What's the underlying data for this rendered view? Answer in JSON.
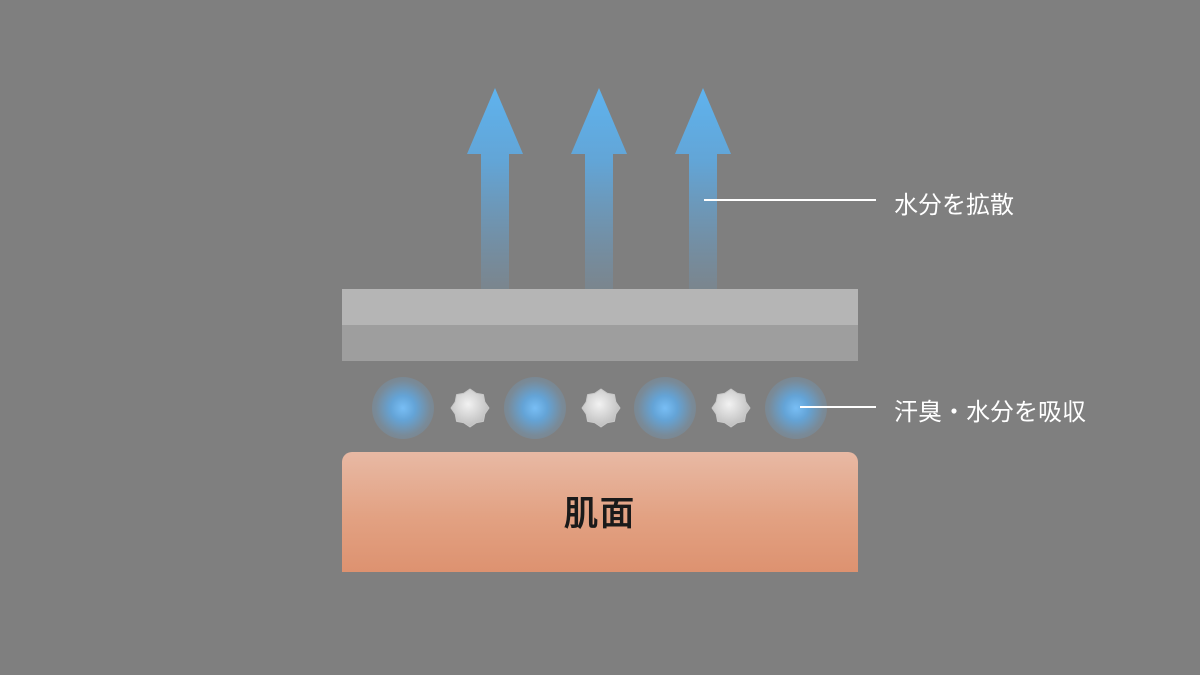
{
  "labels": {
    "diffuse": "水分を拡散",
    "absorb": "汗臭・水分を吸収",
    "skin": "肌面"
  },
  "icons": {
    "arrow": "arrow-up-icon",
    "droplet": "moisture-droplet-icon",
    "odor": "odor-particle-icon"
  },
  "colors": {
    "background": "#7f7f7f",
    "arrow": "#5fb3ee",
    "fabric_top": "#b5b5b5",
    "fabric_bottom": "#9e9e9e",
    "droplet": "#5fa8e6",
    "odor": "#d9d9d9",
    "skin_top": "#e8b9a4",
    "skin_bottom": "#dd9270",
    "callout": "#ffffff"
  }
}
